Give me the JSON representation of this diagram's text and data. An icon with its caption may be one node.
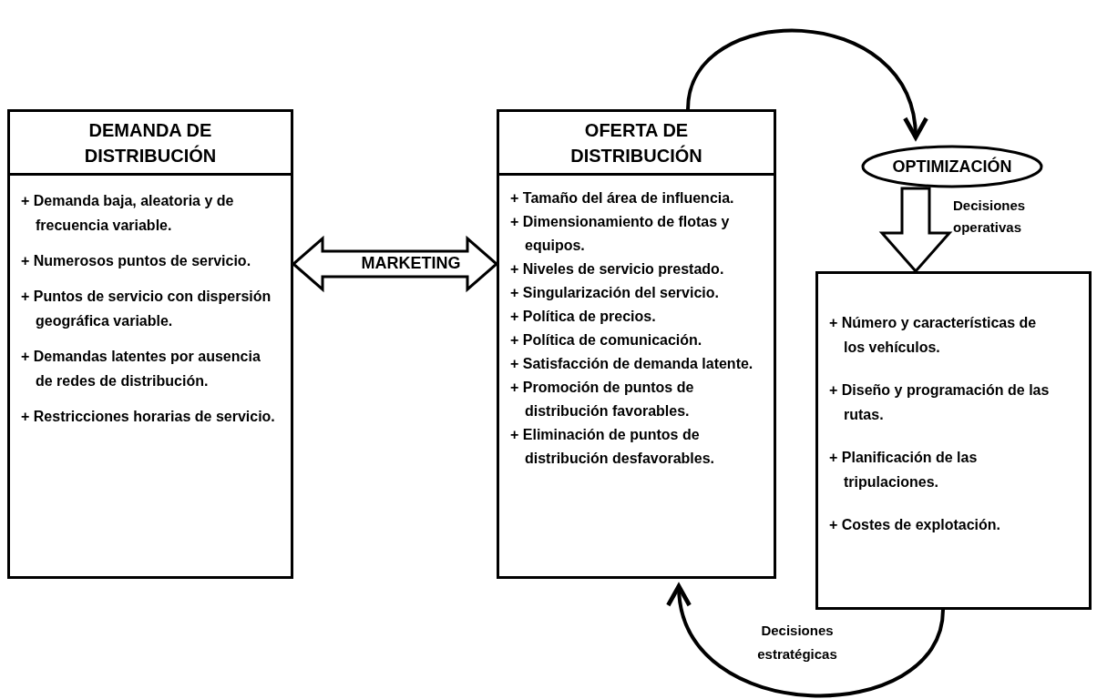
{
  "diagram": {
    "nodes": [
      {
        "text": [
          "DEMANDA DE DISTRIBUCIÓN",
          "+ Demanda baja, aleatoria y de frecuencia variable.",
          "+ Numerosos puntos de servicio.",
          "+ Puntos de servicio con dispersión geográfica variable.",
          "+ Demandas latentes por ausencia de redes de distribución.",
          "+ Restricciones horarias de servicio."
        ]
      },
      {
        "text": [
          "OFERTA DE DISTRIBUCIÓN",
          "+ Tamaño del área de influencia.",
          "+ Dimensionamiento de flotas y equipos.",
          "+ Niveles de servicio prestado.",
          "+ Singularización del servicio.",
          "+ Política de precios.",
          "+ Política de comunicación.",
          "+ Satisfacción de demanda latente.",
          "+ Promoción de puntos de distribución favorables.",
          "+ Eliminación de puntos de distribución desfavorables."
        ]
      },
      {
        "text": [
          "OPTIMIZACIÓN"
        ]
      },
      {
        "text": [
          "+ Número y características de los vehículos.",
          "+ Diseño y programación de las rutas.",
          "+ Planificación de las tripulaciones.",
          "+ Costes de explotación."
        ]
      }
    ],
    "edges": [
      {
        "from": 0,
        "to": 1,
        "arrow": "both",
        "label": "MARKETING",
        "style": "thick"
      },
      {
        "from": 1,
        "to": 2,
        "arrow": "to"
      },
      {
        "from": 2,
        "to": 3,
        "arrow": "to",
        "label": "Decisiones operativas",
        "style": "thick"
      },
      {
        "from": 3,
        "to": 1,
        "arrow": "to",
        "label": "Decisiones estratégicas"
      }
    ]
  }
}
